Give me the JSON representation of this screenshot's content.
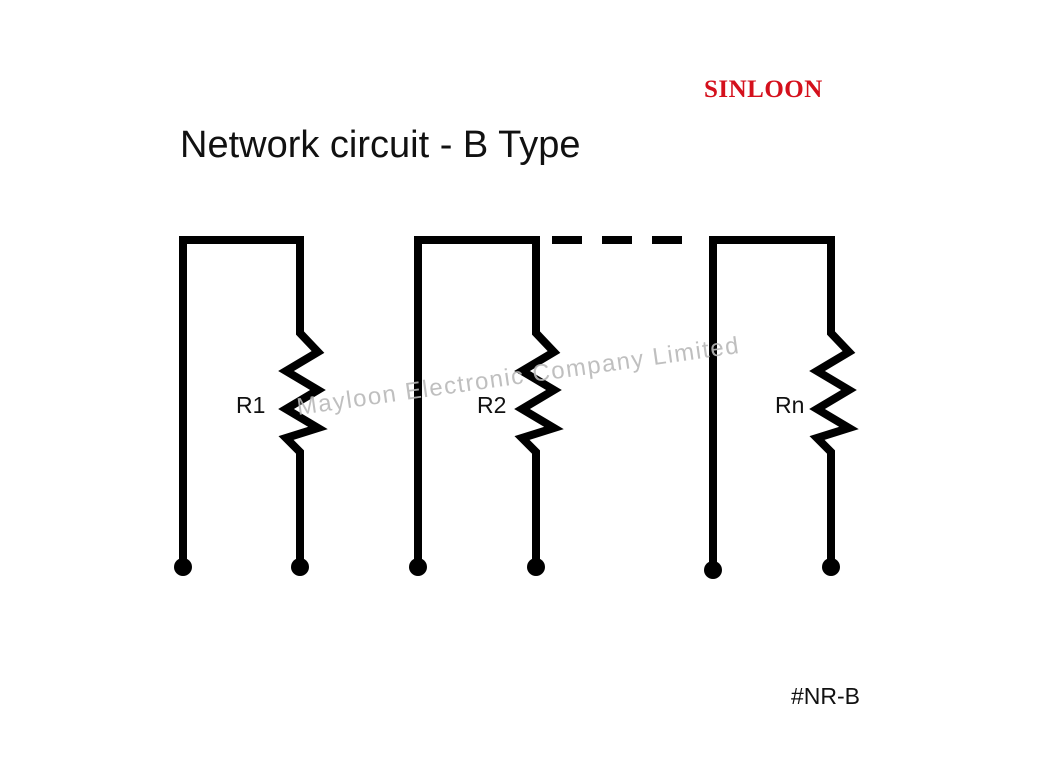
{
  "brand": {
    "name": "SINLOON",
    "color": "#d4101c"
  },
  "title": "Network circuit - B Type",
  "resistors": [
    {
      "label": "R1"
    },
    {
      "label": "R2"
    },
    {
      "label": "Rn"
    }
  ],
  "watermark": "Mayloon Electronic Company Limited",
  "code": "#NR-B",
  "colors": {
    "wire": "#000000",
    "watermark": "#b8b8b8"
  }
}
